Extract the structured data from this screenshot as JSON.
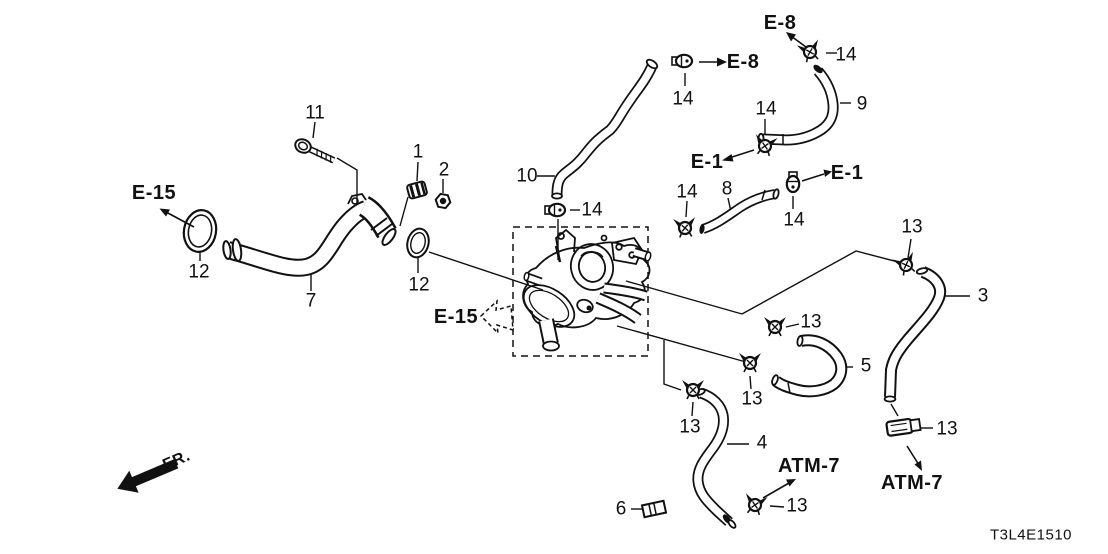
{
  "diagram": {
    "code": "T3L4E1510",
    "direction_label": "FR.",
    "colors": {
      "line": "#111111",
      "background": "#ffffff"
    },
    "icons": [
      "spring-clamp-icon",
      "band-clamp-icon",
      "worm-clamp-icon",
      "fr-direction-arrow-icon",
      "e15-hollow-arrow-icon",
      "o-ring-icon",
      "bolt-icon"
    ]
  },
  "labels": [
    {
      "name": "part-11",
      "text": "11"
    },
    {
      "name": "part-1",
      "text": "1"
    },
    {
      "name": "part-2",
      "text": "2"
    },
    {
      "name": "ref-e15-left",
      "text": "E-15"
    },
    {
      "name": "part-12-left",
      "text": "12"
    },
    {
      "name": "part-7",
      "text": "7"
    },
    {
      "name": "part-12-right",
      "text": "12"
    },
    {
      "name": "ref-e15-center",
      "text": "E-15"
    },
    {
      "name": "part-10",
      "text": "10"
    },
    {
      "name": "part-14-hose10-top",
      "text": "14"
    },
    {
      "name": "ref-e8-mid",
      "text": "E-8"
    },
    {
      "name": "ref-e8-top",
      "text": "E-8"
    },
    {
      "name": "part-14-hose9-top",
      "text": "14"
    },
    {
      "name": "part-9",
      "text": "9"
    },
    {
      "name": "part-14-hose9-end",
      "text": "14"
    },
    {
      "name": "ref-e1-left",
      "text": "E-1"
    },
    {
      "name": "part-14-hose8-left",
      "text": "14"
    },
    {
      "name": "part-8",
      "text": "8"
    },
    {
      "name": "ref-e1-right",
      "text": "E-1"
    },
    {
      "name": "part-14-hose8-right",
      "text": "14"
    },
    {
      "name": "part-14-hose10-bottom",
      "text": "14"
    },
    {
      "name": "part-13-hose3-top",
      "text": "13"
    },
    {
      "name": "part-3",
      "text": "3"
    },
    {
      "name": "part-13-hose5-top",
      "text": "13"
    },
    {
      "name": "part-5",
      "text": "5"
    },
    {
      "name": "part-13-hose5-left",
      "text": "13"
    },
    {
      "name": "part-13-hose4-top",
      "text": "13"
    },
    {
      "name": "part-4",
      "text": "4"
    },
    {
      "name": "part-13-hose3-bottom",
      "text": "13"
    },
    {
      "name": "ref-atm7-right",
      "text": "ATM-7"
    },
    {
      "name": "ref-atm7-mid",
      "text": "ATM-7"
    },
    {
      "name": "part-13-hose4-bottom",
      "text": "13"
    },
    {
      "name": "part-6",
      "text": "6"
    },
    {
      "name": "fr-direction",
      "text": "FR."
    },
    {
      "name": "diagram-code",
      "text": "T3L4E1510"
    }
  ]
}
